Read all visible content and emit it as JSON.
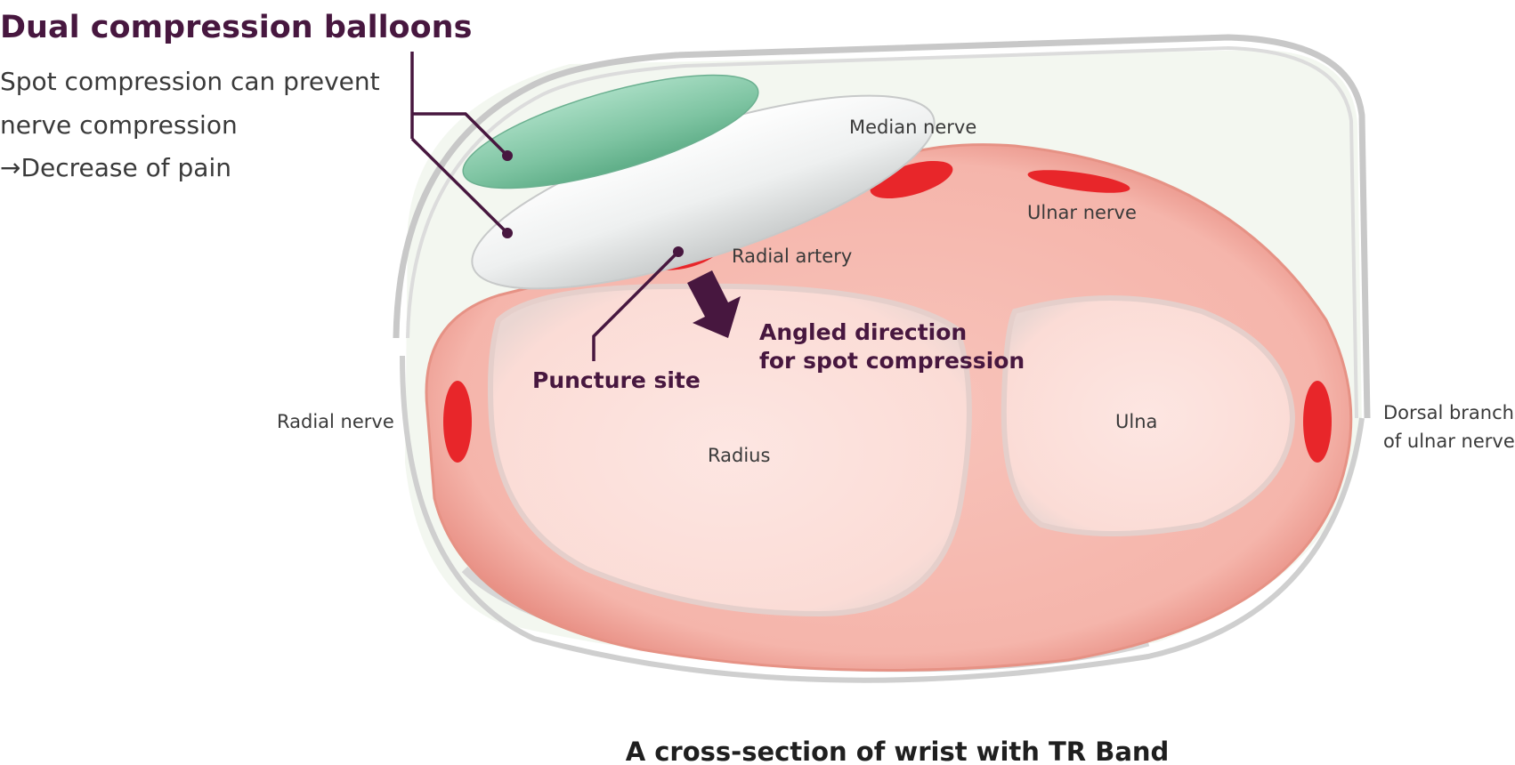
{
  "title": "Dual compression balloons",
  "description_lines": [
    "Spot compression can prevent",
    "nerve compression",
    "→Decrease of pain"
  ],
  "labels": {
    "median_nerve": "Median nerve",
    "ulnar_nerve": "Ulnar nerve",
    "radial_artery": "Radial artery",
    "radial_nerve": "Radial nerve",
    "radius": "Radius",
    "ulna": "Ulna",
    "dorsal_branch_line1": "Dorsal branch",
    "dorsal_branch_line2": "of ulnar nerve",
    "puncture_site": "Puncture site",
    "angled_line1": "Angled direction",
    "angled_line2": "for spot compression"
  },
  "caption": "A cross-section of wrist with TR Band",
  "colors": {
    "accent": "#47173f",
    "tissue": "#f6bcb3",
    "vessel": "#e8262a",
    "bone": "#fce3df",
    "balloon_green": "#7bc4a0",
    "balloon_white": "#eef1f1",
    "band_gray": "#c9c9c9"
  }
}
